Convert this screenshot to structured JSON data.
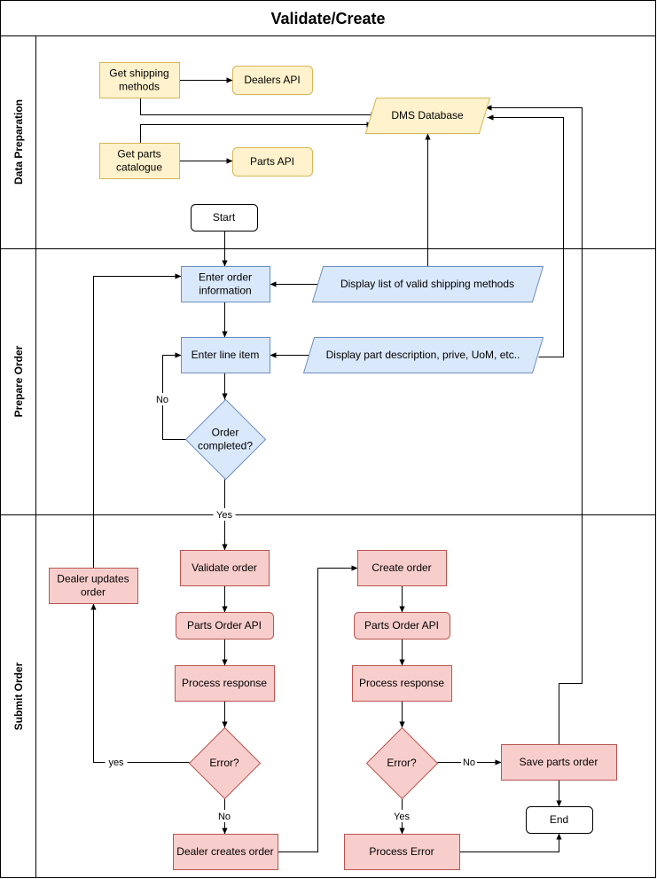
{
  "title": "Validate/Create",
  "lanes": {
    "data_preparation": "Data Preparation",
    "prepare_order": "Prepare Order",
    "submit_order": "Submit Order"
  },
  "colors": {
    "yellow_fill": "#fff2cc",
    "yellow_stroke": "#d6b656",
    "blue_fill": "#dae8fc",
    "blue_stroke": "#6c8ebf",
    "red_fill": "#f8cecc",
    "red_stroke": "#b85450",
    "white_fill": "#ffffff",
    "line": "#000000"
  },
  "nodes": {
    "get_shipping": [
      "Get shipping",
      "methods"
    ],
    "dealers_api": [
      "Dealers API"
    ],
    "dms_db": [
      "DMS Database"
    ],
    "get_parts": [
      "Get parts",
      "catalogue"
    ],
    "parts_api": [
      "Parts API"
    ],
    "start": [
      "Start"
    ],
    "enter_order": [
      "Enter order",
      "information"
    ],
    "display_shipping": [
      "Display list of valid shipping methods"
    ],
    "enter_line": [
      "Enter line item"
    ],
    "display_part": [
      "Display part description, prive, UoM, etc.."
    ],
    "order_completed": [
      "Order",
      "completed?"
    ],
    "dealer_updates": [
      "Dealer updates",
      "order"
    ],
    "validate_order": [
      "Validate order"
    ],
    "parts_api_1": [
      "Parts Order API"
    ],
    "process_response_1": [
      "Process response"
    ],
    "error_1": [
      "Error?"
    ],
    "dealer_creates": [
      "Dealer creates order"
    ],
    "create_order": [
      "Create order"
    ],
    "parts_api_2": [
      "Parts Order API"
    ],
    "process_response_2": [
      "Process response"
    ],
    "error_2": [
      "Error?"
    ],
    "save_parts": [
      "Save parts order"
    ],
    "end": [
      "End"
    ],
    "process_error": [
      "Process Error"
    ]
  },
  "edge_labels": {
    "no_loop": "No",
    "yes_down": "Yes",
    "yes_left": "yes",
    "no_down": "No",
    "no_right": "No",
    "yes_error": "Yes"
  }
}
